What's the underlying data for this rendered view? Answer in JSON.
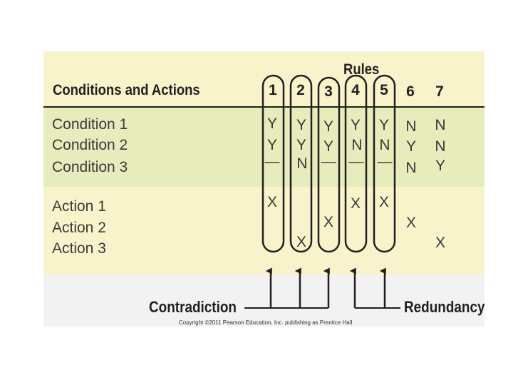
{
  "header": {
    "title": "Conditions and Actions",
    "rules_label": "Rules",
    "rule_numbers": [
      "1",
      "2",
      "3",
      "4",
      "5",
      "6",
      "7"
    ]
  },
  "conditions": [
    {
      "label": "Condition 1",
      "values": [
        "Y",
        "Y",
        "Y",
        "Y",
        "Y",
        "N",
        "N"
      ]
    },
    {
      "label": "Condition 2",
      "values": [
        "Y",
        "Y",
        "Y",
        "N",
        "N",
        "Y",
        "N"
      ]
    },
    {
      "label": "Condition 3",
      "values": [
        "—",
        "N",
        "—",
        "—",
        "—",
        "N",
        "Y"
      ]
    }
  ],
  "actions": [
    {
      "label": "Action 1",
      "values": [
        "X",
        "",
        "",
        "X",
        "X",
        "",
        ""
      ]
    },
    {
      "label": "Action 2",
      "values": [
        "",
        "",
        "X",
        "",
        "",
        "X",
        ""
      ]
    },
    {
      "label": "Action 3",
      "values": [
        "",
        "X",
        "",
        "",
        "",
        "",
        "X"
      ]
    }
  ],
  "annotations": {
    "contradiction_label": "Contradiction",
    "redundancy_label": "Redundancy",
    "copyright": "Copyright ©2011 Pearson Education, Inc. publishing as Prentice Hall"
  },
  "colors": {
    "header_band": "#f8f3cb",
    "conditions_band": "#e6ecbb",
    "actions_band": "#f8f3cb",
    "ink": "#231f20"
  }
}
